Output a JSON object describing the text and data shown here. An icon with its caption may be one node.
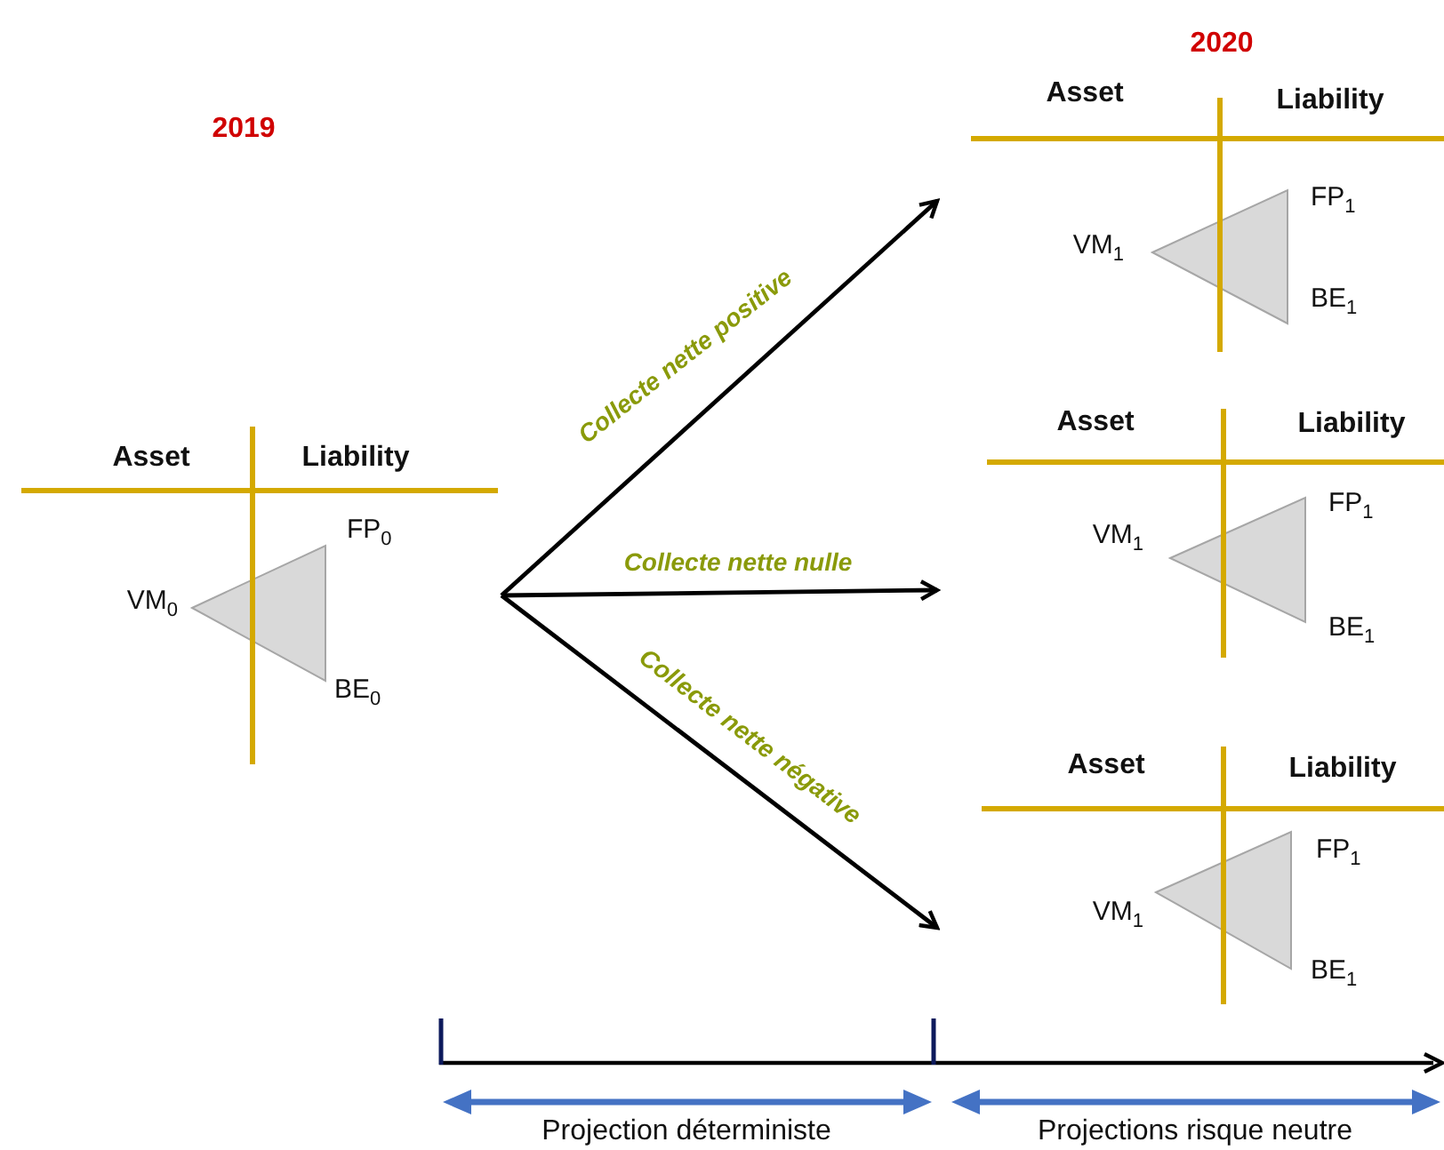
{
  "diagram": {
    "nodes": [
      {
        "text": [
          "Asset",
          "Liability",
          "VM$_{0}$",
          "FP$_{0}$",
          "BE$_{0}$"
        ]
      },
      {
        "text": [
          "Asset",
          "Liability",
          "VM$_{1}$",
          "FP$_{1}$",
          "BE$_{1}$"
        ]
      },
      {
        "text": [
          "Asset",
          "Liability",
          "VM$_{1}$",
          "FP$_{1}$",
          "BE$_{1}$"
        ]
      },
      {
        "text": [
          "Asset",
          "Liability",
          "VM$_{1}$",
          "FP$_{1}$",
          "BE$_{1}$"
        ]
      }
    ],
    "edges": [
      {
        "from": 0,
        "to": 1,
        "arrow": "to",
        "label": "Collecte nette positive"
      },
      {
        "from": 0,
        "to": 2,
        "arrow": "to",
        "label": "Collecte nette nulle"
      },
      {
        "from": 0,
        "to": 3,
        "arrow": "to",
        "label": "Collecte nette négative"
      }
    ],
    "labels": [
      "2019",
      "2020",
      "Projection déterministe",
      "Projections risque neutre"
    ]
  }
}
